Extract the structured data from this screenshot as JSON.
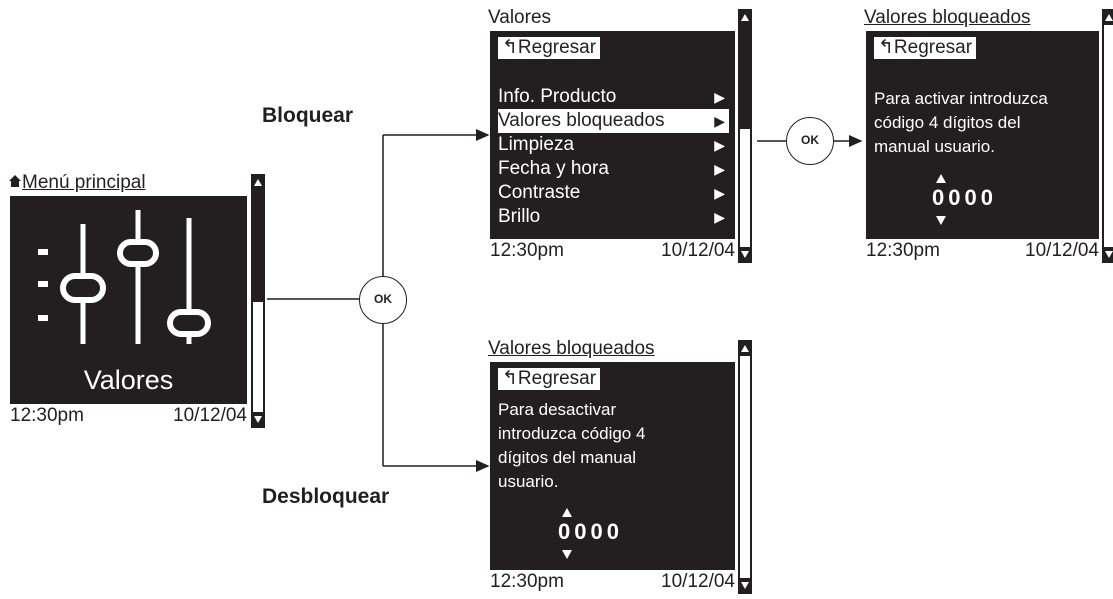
{
  "main_menu": {
    "title": "Menú principal",
    "item_label": "Valores",
    "time": "12:30pm",
    "date": "10/12/04",
    "icon": "sliders-icon",
    "home_icon": "home-icon"
  },
  "ok_button": {
    "label": "OK"
  },
  "ok_button_2": {
    "label": "OK"
  },
  "flow": {
    "lock_label": "Bloquear",
    "unlock_label": "Desbloquear"
  },
  "values_menu": {
    "title": "Valores",
    "back": "Regresar",
    "items": [
      {
        "label": "Info. Producto",
        "selected": false
      },
      {
        "label": "Valores bloqueados",
        "selected": true
      },
      {
        "label": "Limpieza",
        "selected": false
      },
      {
        "label": "Fecha y hora",
        "selected": false
      },
      {
        "label": "Contraste",
        "selected": false
      },
      {
        "label": "Brillo",
        "selected": false
      }
    ],
    "time": "12:30pm",
    "date": "10/12/04"
  },
  "lock_screen": {
    "title": "Valores bloqueados",
    "back": "Regresar",
    "message_lines": [
      "Para activar introduzca",
      "código 4 dígitos del",
      "manual usuario."
    ],
    "code": "0000",
    "time": "12:30pm",
    "date": "10/12/04"
  },
  "unlock_screen": {
    "title": "Valores bloqueados",
    "back": "Regresar",
    "message_lines": [
      "Para desactivar",
      "introduzca código 4",
      "dígitos del manual",
      "usuario."
    ],
    "code": "0000",
    "time": "12:30pm",
    "date": "10/12/04"
  },
  "colors": {
    "display": "#231f20",
    "background": "#ffffff"
  }
}
